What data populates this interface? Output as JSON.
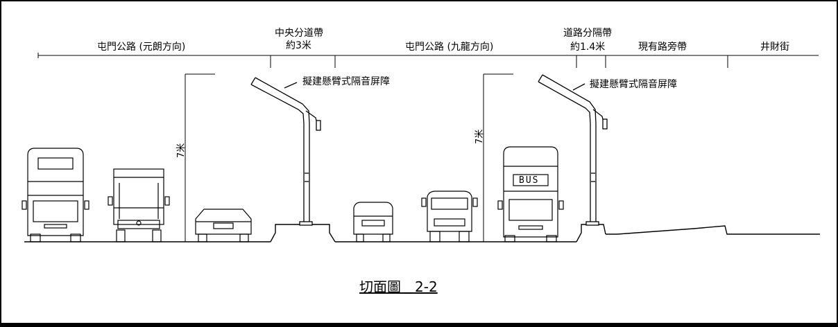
{
  "top_labels": {
    "tuen_mun_yuen_long": "屯門公路 (元朗方向)",
    "central_divider_line1": "中央分道帶",
    "central_divider_line2": "約3米",
    "tuen_mun_kowloon": "屯門公路 (九龍方向)",
    "road_divider_line1": "道路分隔帶",
    "road_divider_line2": "約1.4米",
    "existing_verge": "現有路旁帶",
    "tseng_choi_street": "井財街"
  },
  "barrier_labels": {
    "left": "擬建懸臂式隔音屏障",
    "right": "擬建懸臂式隔音屏障"
  },
  "height_labels": {
    "left": "7米",
    "right": "7米"
  },
  "bus_sign": "BUS",
  "section_title": "切面圖　2-2"
}
